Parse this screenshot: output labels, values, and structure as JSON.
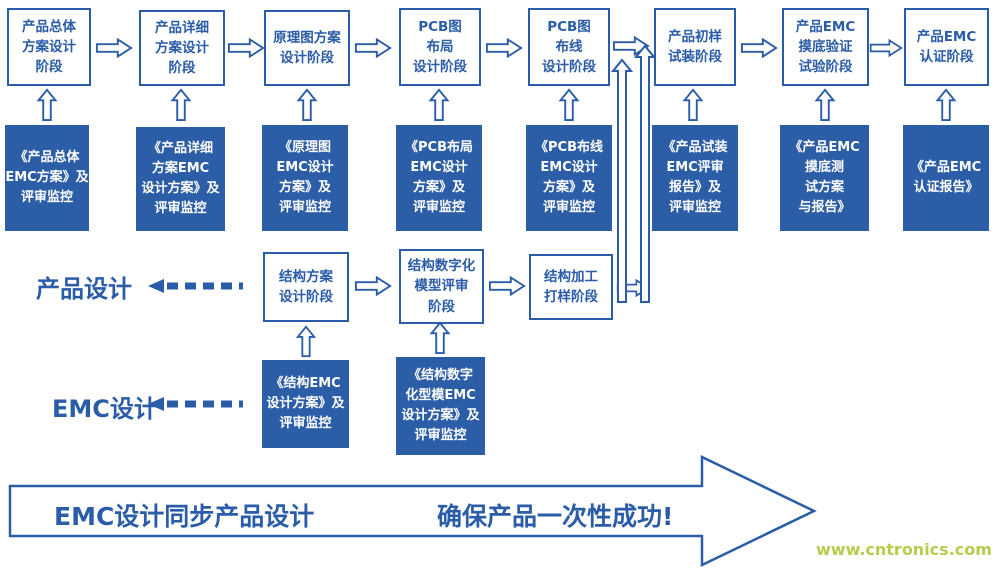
{
  "colors": {
    "blue": "#2a5ca8",
    "fill": "#2b5ea6",
    "watermark": "#b9cb4d"
  },
  "top_row": [
    "产品总体\n方案设计\n阶段",
    "产品详细\n方案设计\n阶段",
    "原理图方案\n设计阶段",
    "PCB图\n布局\n设计阶段",
    "PCB图\n布线\n设计阶段",
    "产品初样\n试装阶段",
    "产品EMC\n摸底验证\n试验阶段",
    "产品EMC\n认证阶段"
  ],
  "emc_docs": [
    "《产品总体\nEMC方案》及\n评审监控",
    "《产品详细\n方案EMC\n设计方案》及\n评审监控",
    "《原理图\nEMC设计\n方案》及\n评审监控",
    "《PCB布局\nEMC设计\n方案》及\n评审监控",
    "《PCB布线\nEMC设计\n方案》及\n评审监控",
    "《产品试装\nEMC评审\n报告》及\n评审监控",
    "《产品EMC\n摸底测\n试方案\n与报告》",
    "《产品EMC\n认证报告》"
  ],
  "structure_row": [
    "结构方案\n设计阶段",
    "结构数字化\n模型评审\n阶段",
    "结构加工\n打样阶段"
  ],
  "structure_docs": [
    "《结构EMC\n设计方案》及\n评审监控",
    "《结构数字\n化型模EMC\n设计方案》及\n评审监控"
  ],
  "labels": {
    "product_design": "产品设计",
    "emc_design": "EMC设计"
  },
  "banner": {
    "left_text": "EMC设计同步产品设计",
    "right_text": "确保产品一次性成功!"
  },
  "watermark": "www.cntronics.com"
}
